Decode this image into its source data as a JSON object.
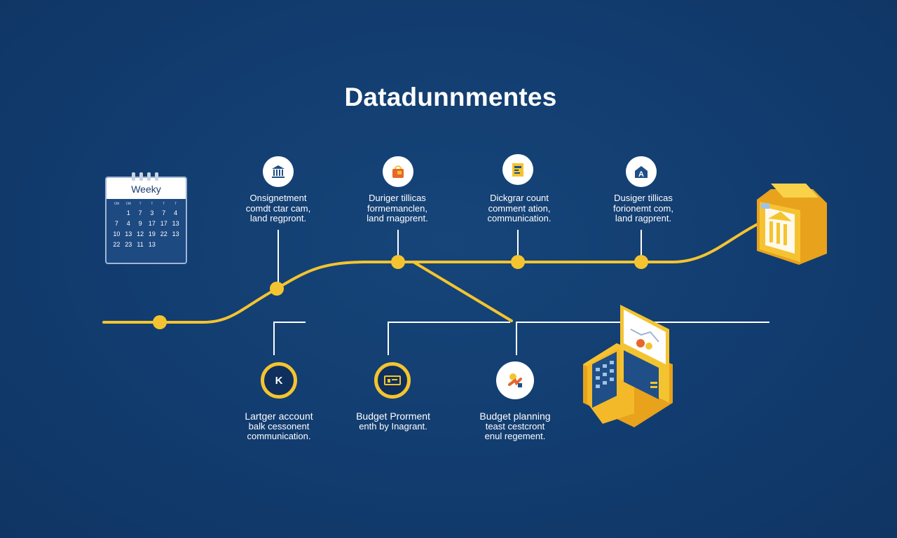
{
  "title": "Datadunnmentes",
  "calendar": {
    "title": "Weeky",
    "days_of_week": [
      "ᴄᴍ",
      "ᴄᴍ",
      "ᴛ",
      "ᴛ",
      "ᴛ",
      "ᴛ"
    ],
    "rows": [
      [
        "",
        "1",
        "7",
        "3",
        "7",
        "4"
      ],
      [
        "7",
        "4",
        "9",
        "17",
        "17",
        "13"
      ],
      [
        "10",
        "13",
        "12",
        "19",
        "22",
        "13"
      ],
      [
        "22",
        "23",
        "11",
        "13",
        "",
        ""
      ]
    ]
  },
  "top_nodes": [
    {
      "icon": "bank-icon",
      "lines": [
        "Onsignetment",
        "comdt ctar cam,",
        "land regpront."
      ]
    },
    {
      "icon": "shopping-bag-icon",
      "lines": [
        "Duriger tillicas",
        "formemanclen,",
        "land rnagprent."
      ]
    },
    {
      "icon": "document-icon",
      "lines": [
        "Dickgrar count",
        "comment ation,",
        "communication."
      ]
    },
    {
      "icon": "letter-a-icon",
      "lines": [
        "Dusiger tillicas",
        "forionemt com,",
        "land ragprent."
      ]
    }
  ],
  "bottom_nodes": [
    {
      "icon": "letter-k-icon",
      "lines": [
        "Lartger account",
        "balk cessonent",
        "communication."
      ]
    },
    {
      "icon": "card-icon",
      "lines": [
        "Budget Prorment",
        "enth by Inagrant."
      ]
    },
    {
      "icon": "tools-icon",
      "lines": [
        "Budget planning",
        "teast cestcront",
        "enul regement."
      ]
    }
  ],
  "colors": {
    "background": "#123c6f",
    "accent": "#f4c430",
    "connector": "#ffffff",
    "text": "#ffffff"
  }
}
